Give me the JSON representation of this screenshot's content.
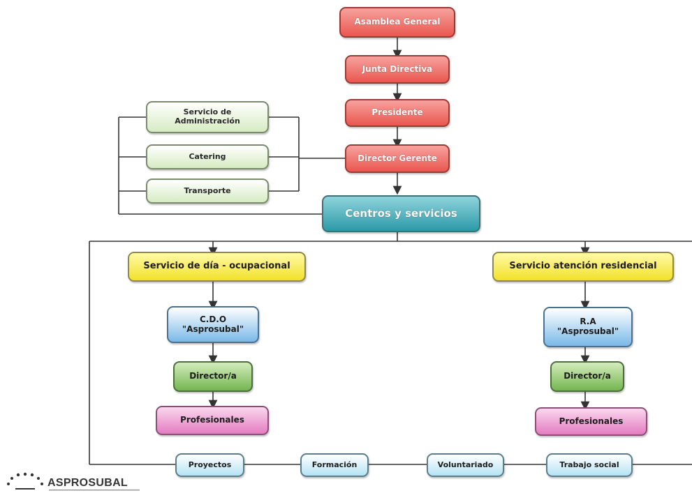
{
  "org_chart": {
    "governance": {
      "asamblea": "Asamblea General",
      "junta": "Junta Directiva",
      "presidente": "Presidente",
      "director_gerente": "Director Gerente"
    },
    "support_services": {
      "administracion": "Servicio de Administración",
      "catering": "Catering",
      "transporte": "Transporte"
    },
    "centros": "Centros y servicios",
    "branches": [
      {
        "service": "Servicio de día - ocupacional",
        "center": "C.D.O \"Asprosubal\"",
        "director": "Director/a",
        "staff": "Profesionales"
      },
      {
        "service": "Servicio atención residencial",
        "center": "R.A \"Asprosubal\"",
        "director": "Director/a",
        "staff": "Profesionales"
      }
    ],
    "cross_areas": [
      "Proyectos",
      "Formación",
      "Voluntariado",
      "Trabajo social"
    ]
  },
  "logo": {
    "name": "ASPROSUBAL",
    "colors": {
      "ring": "#333333",
      "text": "#333333"
    }
  },
  "colors": {
    "governance": "#e9574f",
    "support": "#d6ebc2",
    "centros": "#2b9aa8",
    "service": "#f2e229",
    "center": "#7ab9e8",
    "director": "#74b650",
    "staff": "#e47cc1",
    "cross": "#b5e3f3"
  }
}
